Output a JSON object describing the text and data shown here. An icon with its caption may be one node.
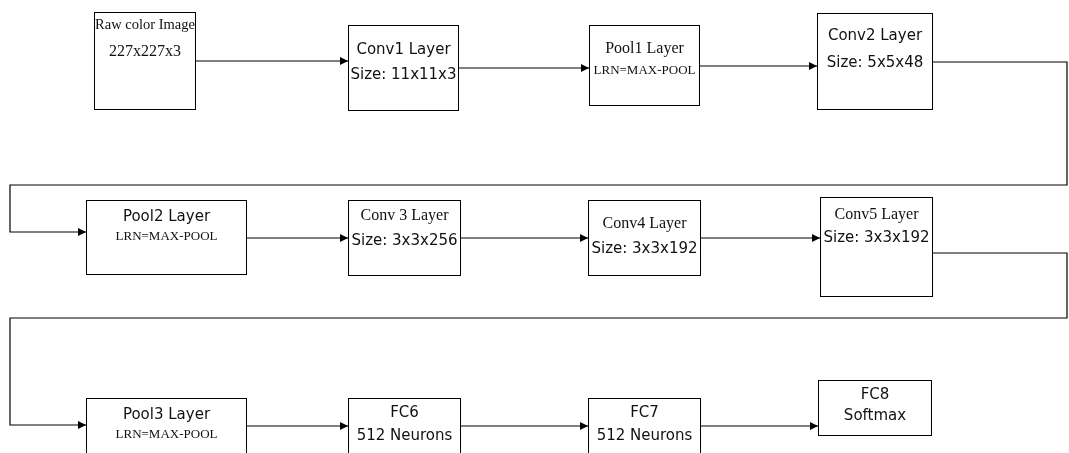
{
  "diagram": {
    "nodes": [
      {
        "text": [
          "Raw color Image",
          "227x227x3"
        ]
      },
      {
        "text": [
          "Conv1 Layer",
          "Size: 11x11x3"
        ]
      },
      {
        "text": [
          "Pool1 Layer",
          "LRN=MAX-POOL"
        ]
      },
      {
        "text": [
          "Conv2 Layer",
          "Size: 5x5x48"
        ]
      },
      {
        "text": [
          "Pool2 Layer",
          "LRN=MAX-POOL"
        ]
      },
      {
        "text": [
          "Conv 3 Layer",
          "Size: 3x3x256"
        ]
      },
      {
        "text": [
          "Conv4 Layer",
          "Size: 3x3x192"
        ]
      },
      {
        "text": [
          "Conv5 Layer",
          "Size: 3x3x192"
        ]
      },
      {
        "text": [
          "Pool3 Layer",
          "LRN=MAX-POOL"
        ]
      },
      {
        "text": [
          "FC6",
          "512 Neurons"
        ]
      },
      {
        "text": [
          "FC7",
          "512 Neurons"
        ]
      },
      {
        "text": [
          "FC8",
          "Softmax"
        ]
      }
    ],
    "edges": [
      {
        "from": 0,
        "to": 1,
        "arrow": "to"
      },
      {
        "from": 1,
        "to": 2,
        "arrow": "to"
      },
      {
        "from": 2,
        "to": 3,
        "arrow": "to"
      },
      {
        "from": 3,
        "to": 4,
        "arrow": "to"
      },
      {
        "from": 4,
        "to": 5,
        "arrow": "to"
      },
      {
        "from": 5,
        "to": 6,
        "arrow": "to"
      },
      {
        "from": 6,
        "to": 7,
        "arrow": "to"
      },
      {
        "from": 7,
        "to": 8,
        "arrow": "to"
      },
      {
        "from": 8,
        "to": 9,
        "arrow": "to"
      },
      {
        "from": 9,
        "to": 10,
        "arrow": "to"
      },
      {
        "from": 10,
        "to": 11,
        "arrow": "to"
      }
    ]
  }
}
